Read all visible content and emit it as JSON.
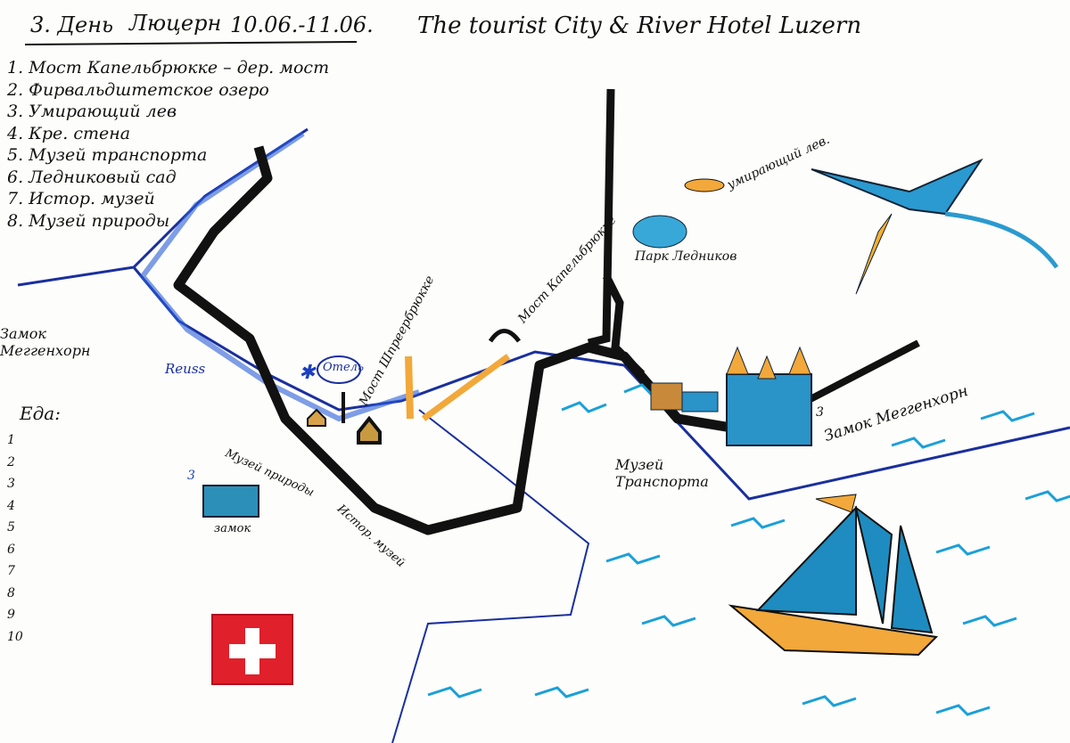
{
  "header": {
    "day": "3. День",
    "city": "Люцерн",
    "dates": "10.06.-11.06.",
    "title": "The tourist City & River Hotel Luzern"
  },
  "sights": [
    "1. Мост Капельбрюкке – дер. мост",
    "2. Фирвальдштетское озеро",
    "3. Умирающий лев",
    "4. Кре. стена",
    "5. Музей транспорта",
    "6. Ледниковый сад",
    "7. Истор. музей",
    "8. Музей природы"
  ],
  "left_labels": {
    "castle": "Замок Меггенхорн",
    "food": "Еда:"
  },
  "food_items": [
    "1",
    "2",
    "3",
    "4",
    "5",
    "6",
    "7",
    "8",
    "9",
    "10"
  ],
  "map_labels": {
    "river": "Reuss",
    "hotel": "Отель",
    "spreuer_bridge": "Мост Шпреербрюкке",
    "chapel_bridge": "Мост Капельбрюкке",
    "nature_museum": "Музей природы",
    "history_museum": "Истор. музей",
    "castle_small_num": "3",
    "castle_small": "замок",
    "glacier_park": "Парк Ледников",
    "lion": "умирающий лев.",
    "transport_museum": "Музей Транспорта",
    "meggenhorn_num": "3",
    "meggenhorn": "Замок Меггенхорн"
  },
  "colors": {
    "ink": "#111111",
    "river": "#1a2f9e",
    "water": "#1aa0d8",
    "orange": "#f2a83a",
    "red": "#e0202a"
  }
}
